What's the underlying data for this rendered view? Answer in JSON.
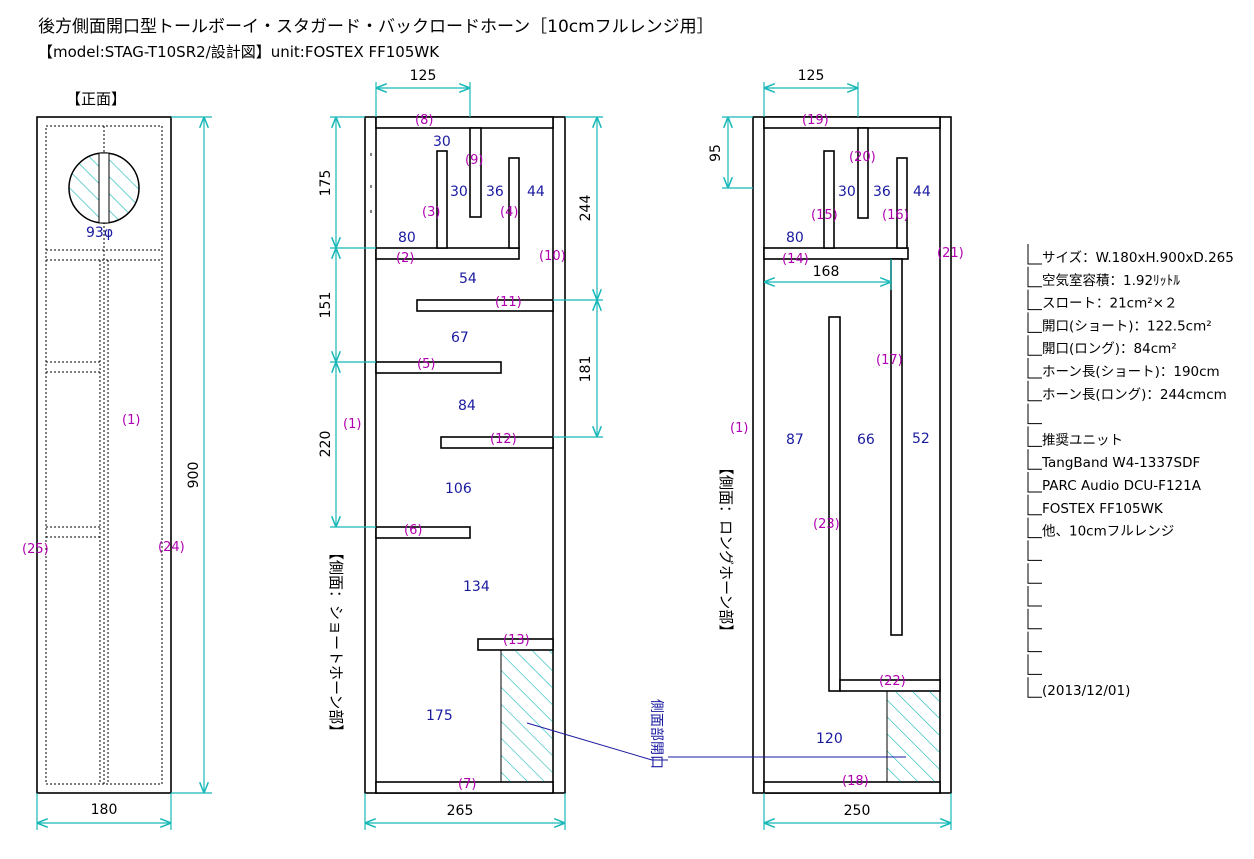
{
  "header": {
    "title": "後方側面開口型トールボーイ・スタガード・バックロードホーン［10cmフルレンジ用］",
    "subtitle": "【model:STAG-T10SR2/設計図】unit:FOSTEX FF105WK"
  },
  "front_view": {
    "label": "【正面】",
    "hole": "93φ",
    "width": "180",
    "height": "900",
    "part_center": "(1)",
    "part_left": "(25)",
    "part_right": "(24)"
  },
  "short_view": {
    "label": "【側面：ショートホーン部】",
    "top_dim": "125",
    "bottom_dim": "265",
    "left_dims": [
      "175",
      "151",
      "220"
    ],
    "right_dims": [
      "244",
      "181"
    ],
    "parts": [
      "(8)",
      "(9)",
      "(3)",
      "(4)",
      "(2)",
      "(10)",
      "(11)",
      "(5)",
      "(12)",
      "(6)",
      "(13)",
      "(7)",
      "(1)"
    ],
    "inner_values": [
      "30",
      "30",
      "36",
      "44",
      "80",
      "54",
      "67",
      "84",
      "106",
      "134",
      "175"
    ],
    "opening_label": "側面部開口"
  },
  "long_view": {
    "label": "【側面：ロングホーン部】",
    "top_dim": "125",
    "left_dim": "95",
    "mid_dim": "168",
    "bottom_dim": "250",
    "parts": [
      "(19)",
      "(20)",
      "(15)",
      "(16)",
      "(14)",
      "(21)",
      "(17)",
      "(1)",
      "(23)",
      "(22)",
      "(18)"
    ],
    "inner_values": [
      "30",
      "36",
      "44",
      "80",
      "87",
      "66",
      "52",
      "120"
    ]
  },
  "specs": {
    "lines": [
      "サイズ：W.180xH.900xD.265",
      "空気室容積：1.92ﾘｯﾄﾙ",
      "スロート：21cm²×２",
      "開口(ショート)：122.5cm²",
      "開口(ロング)：84cm²",
      "ホーン長(ショート)：190cm",
      "ホーン長(ロング)：244cmcm",
      "",
      "推奨ユニット",
      "TangBand W4-1337SDF",
      "PARC Audio DCU-F121A",
      "FOSTEX FF105WK",
      "他、10cmフルレンジ",
      "",
      "",
      "",
      "",
      "",
      "",
      "(2013/12/01)"
    ]
  },
  "colors": {
    "dimension": "#19b8b8",
    "part_number": "#b000b0",
    "value": "#1a1aa0"
  }
}
